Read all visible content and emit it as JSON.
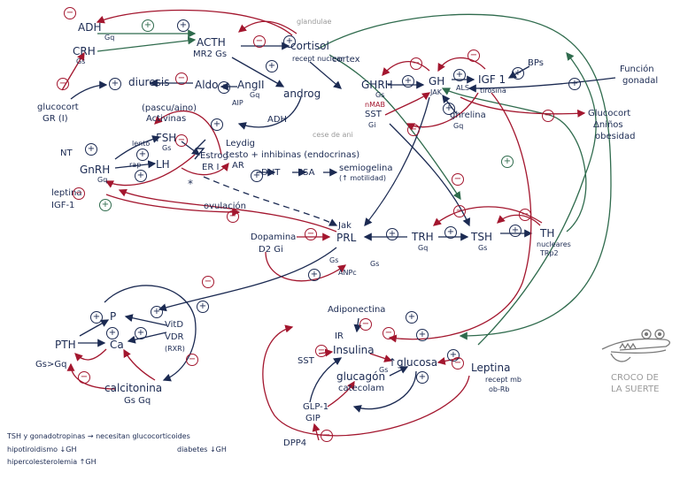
{
  "colors": {
    "ink": "#1b2a52",
    "red": "#a3162e",
    "green": "#2f6b4d",
    "grey": "#9a9a9a"
  },
  "labels": {
    "adh_top": "ADH",
    "gq_adh": "Gq",
    "crh": "CRH",
    "gs_crh": "Gs",
    "acth": "ACTH",
    "mr2gs": "MR2 Gs",
    "cortisol": "cortisol",
    "recept_nuclear": "recept nuclear",
    "glandulae": "glandulae",
    "cortex": "cortex",
    "glucocort": "glucocort",
    "gr1": "GR (I)",
    "diuresis": "diuresis",
    "aldo": "Aldo",
    "angii": "AngII",
    "gq_ang": "Gq",
    "androg": "androg",
    "adh_mid": "ADH",
    "aip": "AIP",
    "pascu": "(pascu/aino)",
    "activinas": "Activinas",
    "fsh": "FSH",
    "gs_fsh": "Gs",
    "lh": "LH",
    "estrog": "Estrog",
    "er1": "ER I",
    "ar": "AR",
    "leydig": "Leydig",
    "testo": "testo + inhibinas (endocrinas)",
    "dht": "DHT",
    "psa": "PSA",
    "semiogelina": "semiogelina",
    "motilidad": "(↑ motilidad)",
    "cese": "cese de ani",
    "nt": "NT",
    "gnrh": "GnRH",
    "gq_gn": "Gq",
    "leptina_l": "leptina",
    "igf1_l": "IGF-1",
    "lento": "lento",
    "rap": "rap",
    "ovulacion": "ovulación",
    "ghrh": "GHRH",
    "gs_ghrh": "Gs",
    "ssi": "SST",
    "gi_ss": "Gi",
    "nmab": "nMAB",
    "gh": "GH",
    "jak": "JAK",
    "als": "ALS",
    "igf1": "IGF 1",
    "tirosina": "tirosina",
    "bps": "BPs",
    "ghrelina": "ghrelina",
    "gq_ghr": "Gq",
    "funcion": "Función",
    "gonadal": "gonadal",
    "glucocort_r": "Glucocort",
    "aninos": "Δniños",
    "obesidad": "obesidad",
    "jak_prl": "Jak",
    "prl": "PRL",
    "dopamina": "Dopamina",
    "d2gi": "D2 Gi",
    "gs_prl": "Gs",
    "anpc": "ANPc",
    "gs_anp": "Gs",
    "trh": "TRH",
    "gq_trh": "Gq",
    "tsh": "TSH",
    "gs_tsh": "Gs",
    "th": "TH",
    "nucleares": "nucleares",
    "trp2": "TRp2",
    "adiponectina": "Adiponectina",
    "ir": "IR",
    "insulina": "Insulina",
    "sst2": "SST",
    "glucosa": "↑glucosa",
    "gs_gl": "Gs",
    "glucagon": "glucagón",
    "catecolam": "catecolam",
    "glp1": "GLP-1",
    "gip": "GIP",
    "dpp4": "DPP4",
    "leptina_b": "Leptina",
    "recept_mb": "recept mb",
    "ob_rb": "ob-Rb",
    "pth": "PTH",
    "gsgq": "Gs>Gq",
    "p": "P",
    "ca": "Ca",
    "vitd": "VitD",
    "vdr": "VDR",
    "rxr": "(RXR)",
    "calcitonina": "calcitonina",
    "gs_gq2": "Gs Gq",
    "croco1": "CROCO DE",
    "croco2": "LA SUERTE",
    "note1": "TSH y gonadotropinas → necesitan glucocorticoides",
    "note2": "hipotiroidismo ↓GH",
    "note3": "diabetes ↓GH",
    "note4": "hipercolesterolemia ↑GH"
  },
  "signs": {
    "plus": "+",
    "minus": "−"
  }
}
